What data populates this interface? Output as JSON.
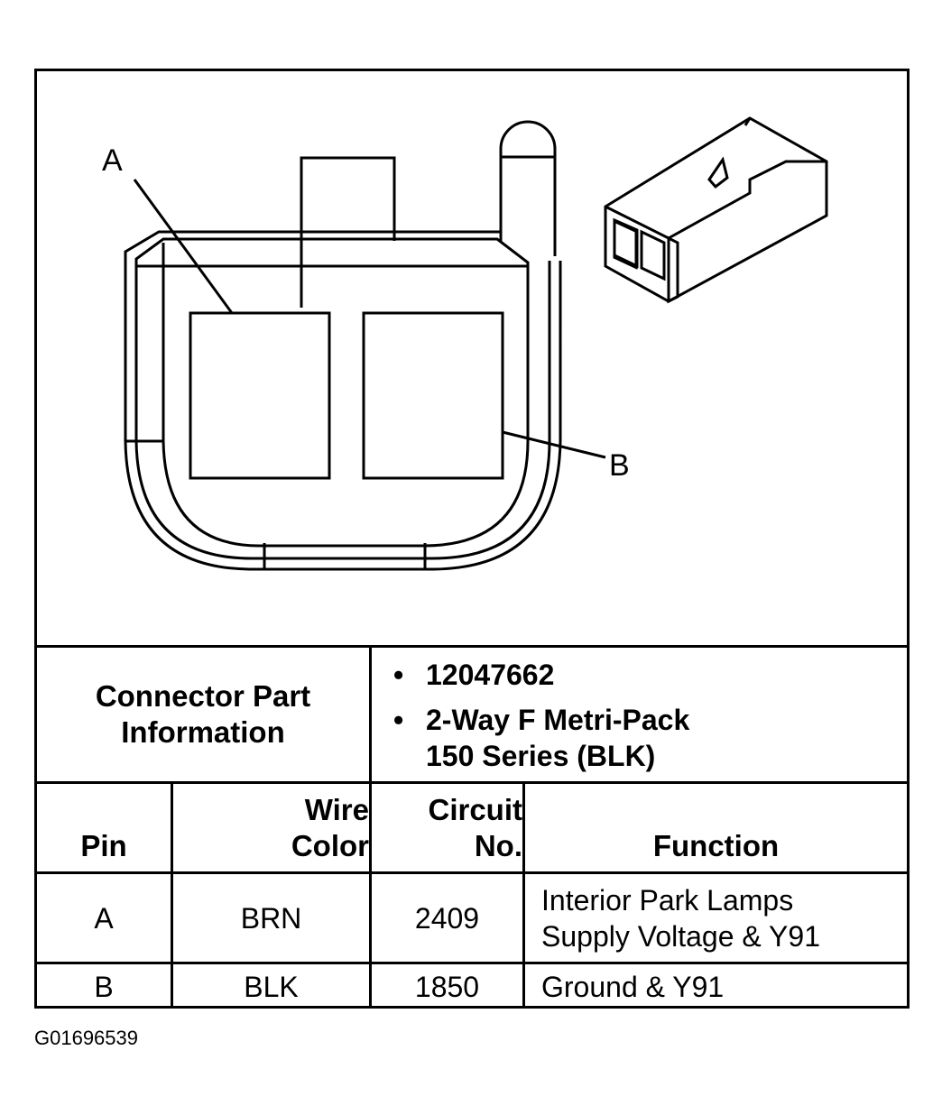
{
  "diagram": {
    "callout_a": "A",
    "callout_b": "B"
  },
  "connector_info": {
    "label_line1": "Connector Part",
    "label_line2": "Information",
    "part_number": "12047662",
    "description_line1": "2-Way F Metri-Pack",
    "description_line2": "150 Series (BLK)"
  },
  "table": {
    "headers": {
      "pin": "Pin",
      "wire_color_line1": "Wire",
      "wire_color_line2": "Color",
      "circuit_line1": "Circuit",
      "circuit_line2": "No.",
      "function": "Function"
    },
    "rows": [
      {
        "pin": "A",
        "wire_color": "BRN",
        "circuit": "2409",
        "function_line1": "Interior Park Lamps",
        "function_line2": "Supply Voltage & Y91"
      },
      {
        "pin": "B",
        "wire_color": "BLK",
        "circuit": "1850",
        "function_line1": "Ground & Y91",
        "function_line2": ""
      }
    ]
  },
  "figure_id": "G01696539"
}
